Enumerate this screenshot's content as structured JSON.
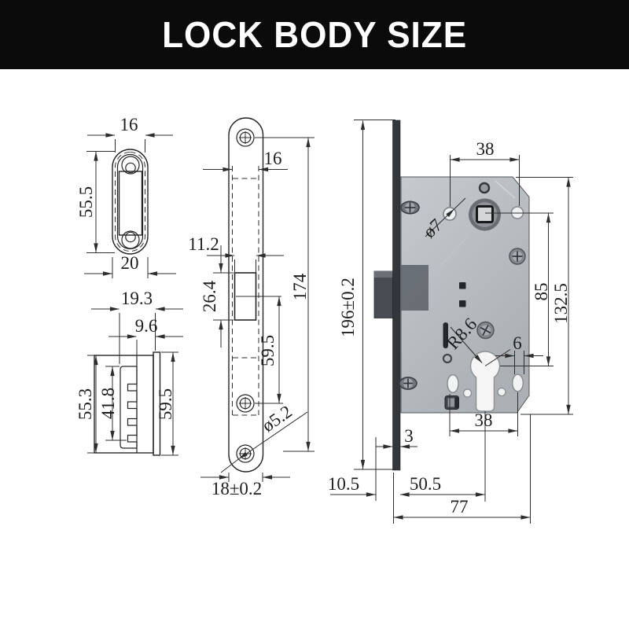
{
  "header": {
    "title": "LOCK BODY SIZE"
  },
  "colors": {
    "header_bg": "#0b0b0b",
    "header_text": "#ffffff",
    "line": "#2d2d2d",
    "body_gray": "#b9bdc1",
    "faceplate_dark": "#33373c",
    "latch_gray": "#474c53"
  },
  "views": {
    "strike_plate_top": {
      "width_inner": "16",
      "height": "55.5",
      "width_outer": "20"
    },
    "strike_box_side": {
      "width": "19.3",
      "depth": "9.6",
      "body_height": "55.3",
      "comb_height": "41.8",
      "plate_height": "59.5"
    },
    "faceplate_front": {
      "case_width": "16",
      "latch_cutout_width": "11.2",
      "latch_cutout_height": "26.4",
      "screw_span": "174",
      "latch_to_screw": "59.5",
      "screw_hole_dia": "ø5.2",
      "plate_width": "18±0.2"
    },
    "lock_body": {
      "top_hole_span": "38",
      "pin_hole_dia": "ø7",
      "total_height": "196±0.2",
      "spindle_to_cylinder": "85",
      "case_height": "132.5",
      "cylinder_radius": "R8.6",
      "oval_offset": "6",
      "bottom_hole_span": "38",
      "faceplate_thickness": "3",
      "latch_projection": "10.5",
      "backset": "50.5",
      "case_width": "77"
    }
  }
}
